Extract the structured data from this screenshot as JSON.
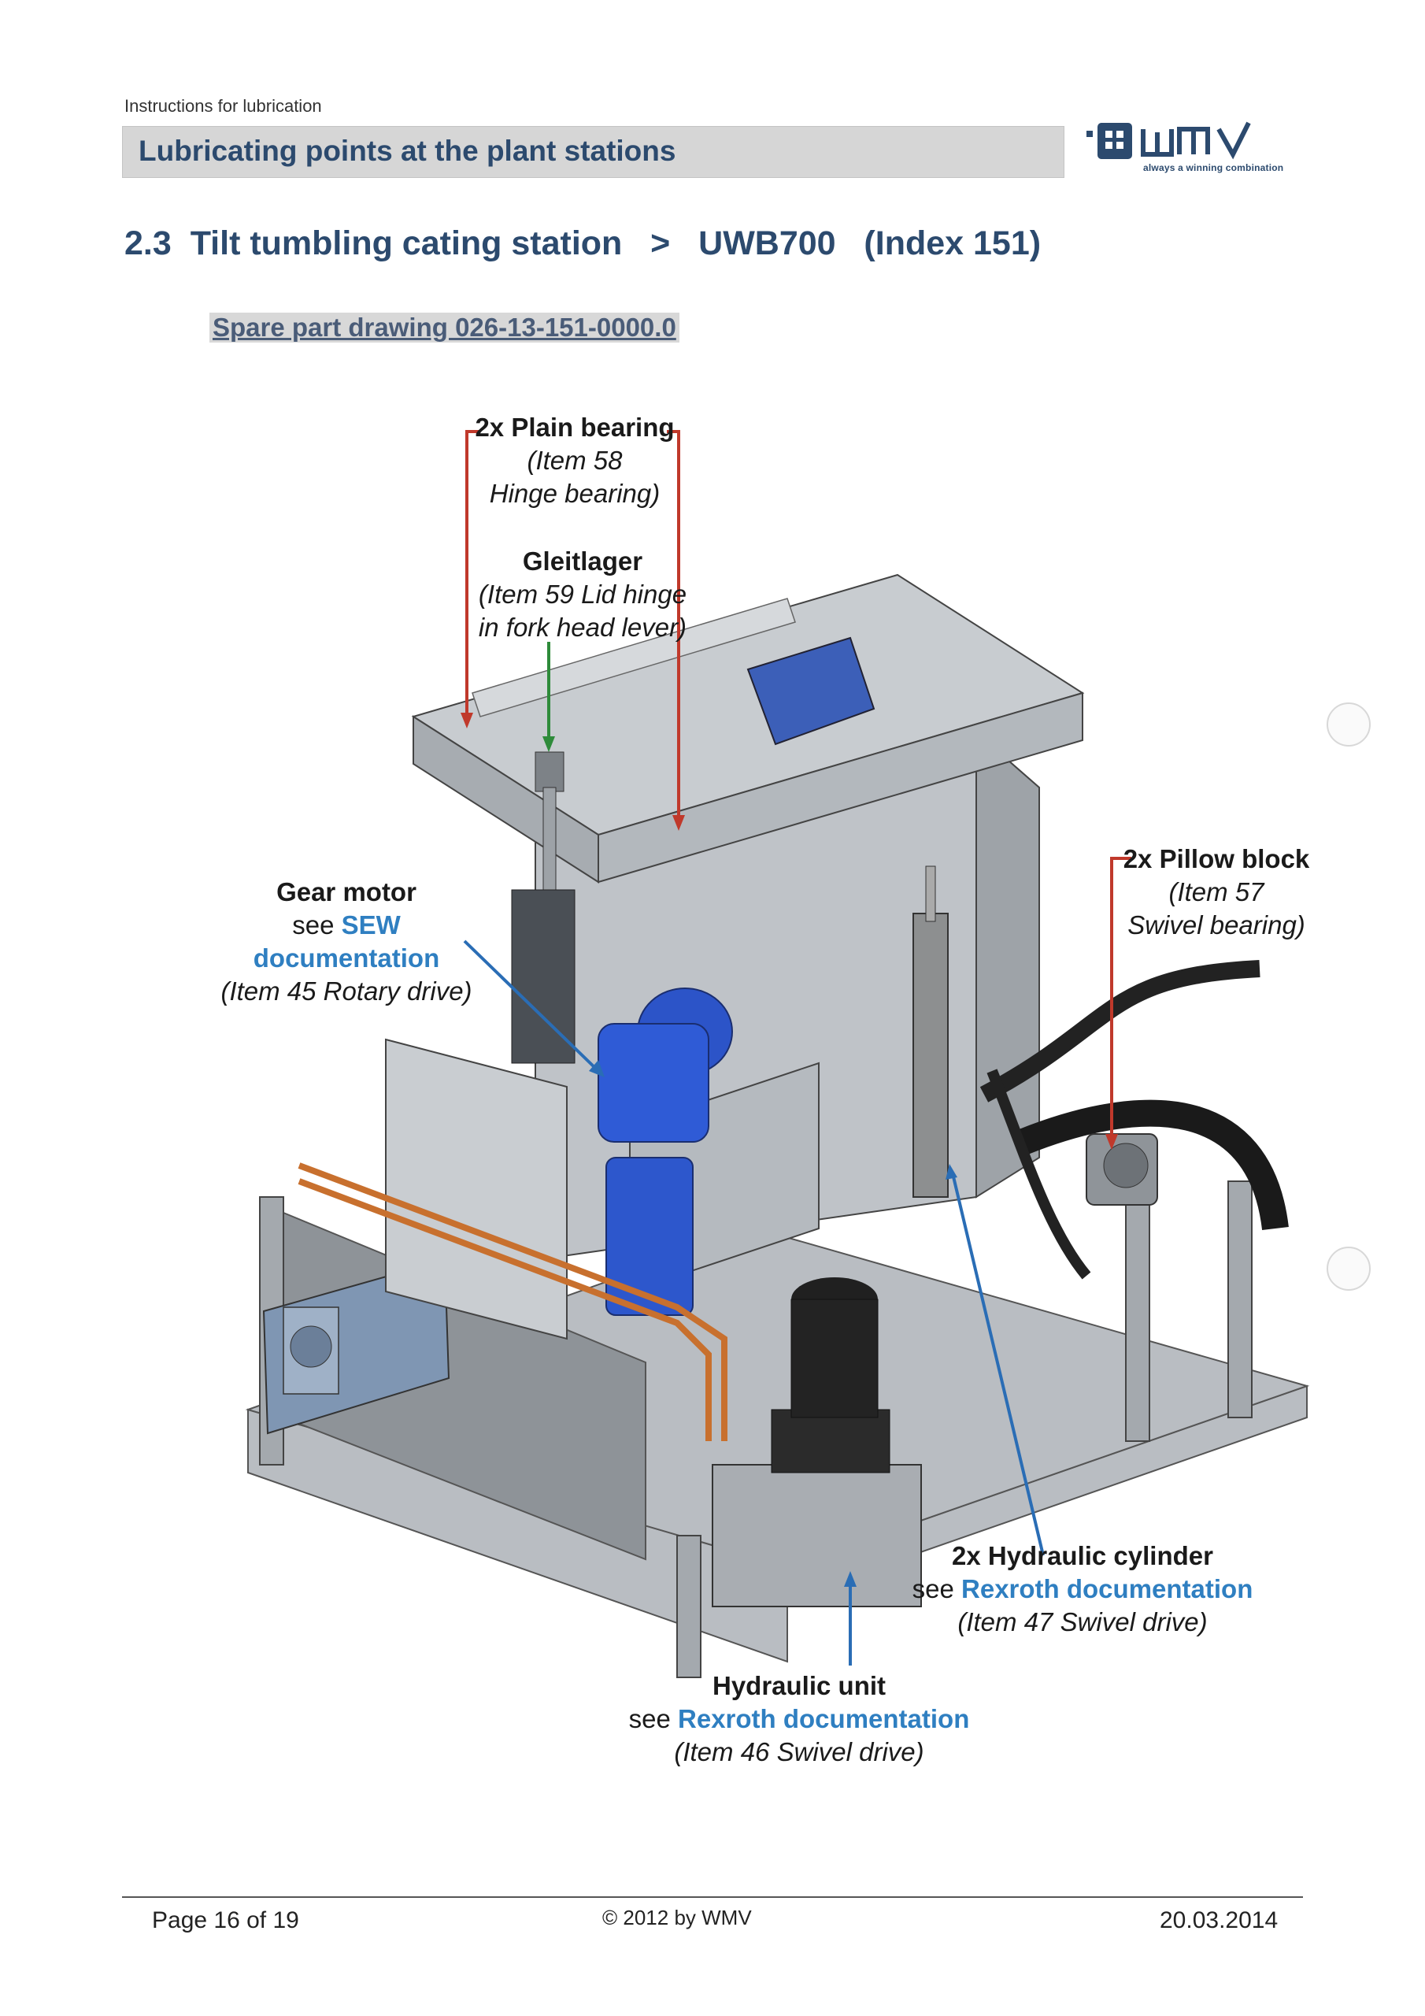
{
  "header": {
    "doc_label": "Instructions for lubrication",
    "banner": "Lubricating points at the plant stations",
    "logo_text": "WMV",
    "logo_tagline": "always a winning combination"
  },
  "section": {
    "number": "2.3",
    "title": "Tilt tumbling cating station",
    "arrow": ">",
    "model": "UWB700",
    "index": "(Index 151)"
  },
  "drawing_ref": "Spare part drawing 026-13-151-0000.0",
  "callouts": {
    "plain_bearing": {
      "title": "2x Plain bearing",
      "line1": "(Item 58",
      "line2": "Hinge bearing)"
    },
    "gleitlager": {
      "title": "Gleitlager",
      "line1": "(Item 59 Lid hinge",
      "line2": "in fork head lever)"
    },
    "gear_motor": {
      "title": "Gear motor",
      "see": "see",
      "link": "SEW documentation",
      "line": "(Item 45 Rotary drive)"
    },
    "pillow_block": {
      "title": "2x Pillow block",
      "line1": "(Item 57",
      "line2": "Swivel bearing)"
    },
    "hyd_cylinder": {
      "title": "2x Hydraulic cylinder",
      "see": "see",
      "link": "Rexroth documentation",
      "line": "(Item 47 Swivel drive)"
    },
    "hyd_unit": {
      "title": "Hydraulic unit",
      "see": "see",
      "link": "Rexroth documentation",
      "line": "(Item 46 Swivel drive)"
    }
  },
  "footer": {
    "page": "Page 16 of 19",
    "copyright": "© 2012 by WMV",
    "date": "20.03.2014"
  },
  "colors": {
    "heading": "#2c4a6e",
    "link": "#2f7fc1",
    "leader_red": "#c0392b",
    "leader_green": "#2e8b3a",
    "leader_blue": "#2a6db5"
  }
}
